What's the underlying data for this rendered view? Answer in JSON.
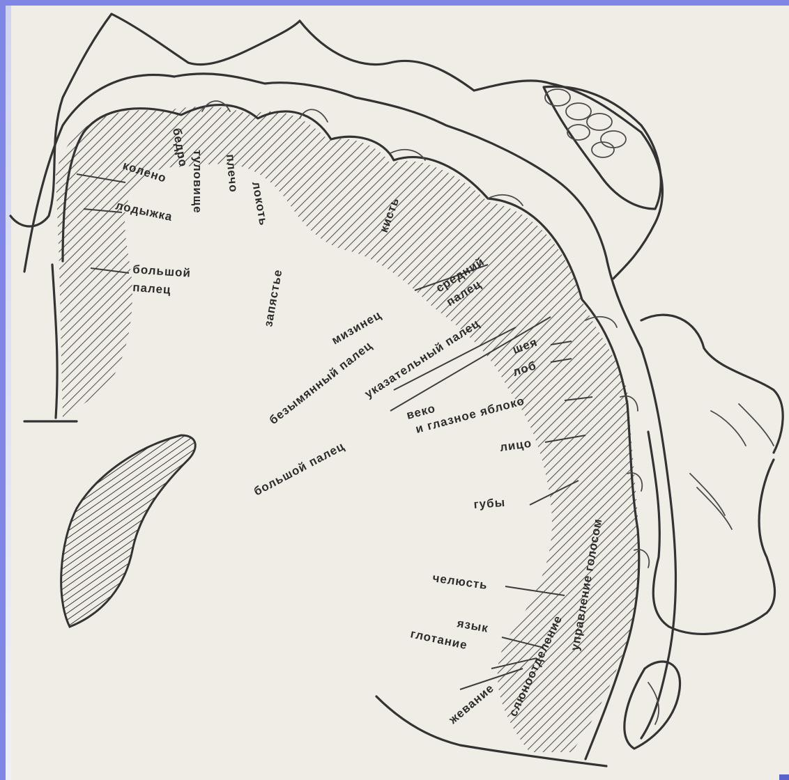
{
  "labels": {
    "koleno": "колено",
    "lodyzhka": "лодыжка",
    "bedro": "бедро",
    "tulovishche": "туловище",
    "plecho": "плечо",
    "lokot": "локоть",
    "zapyastie": "запястье",
    "kist": "кисть",
    "bolshoy_palec_noga_1": "большой",
    "bolshoy_palec_noga_2": "палец",
    "mizinec": "мизинец",
    "bezymyanny_palec": "безымянный палец",
    "sredniy_palec_1": "средний",
    "sredniy_palec_2": "палец",
    "ukazatelny_palec": "указательный палец",
    "bolshoy_palec": "большой палец",
    "sheya": "шея",
    "lob": "лоб",
    "veko_1": "веко",
    "veko_2": "и глазное яблоко",
    "lico": "лицо",
    "guby": "губы",
    "chelyusti": "челюсть",
    "yazyk": "язык",
    "glotanie": "глотание",
    "zhevanie": "жевание",
    "slyunootdelenie": "слюноотделение",
    "upravlenie_golosom": "управление голосом"
  },
  "colors": {
    "background": "#7f86e6",
    "paper": "#efede6",
    "ink": "#333333"
  }
}
